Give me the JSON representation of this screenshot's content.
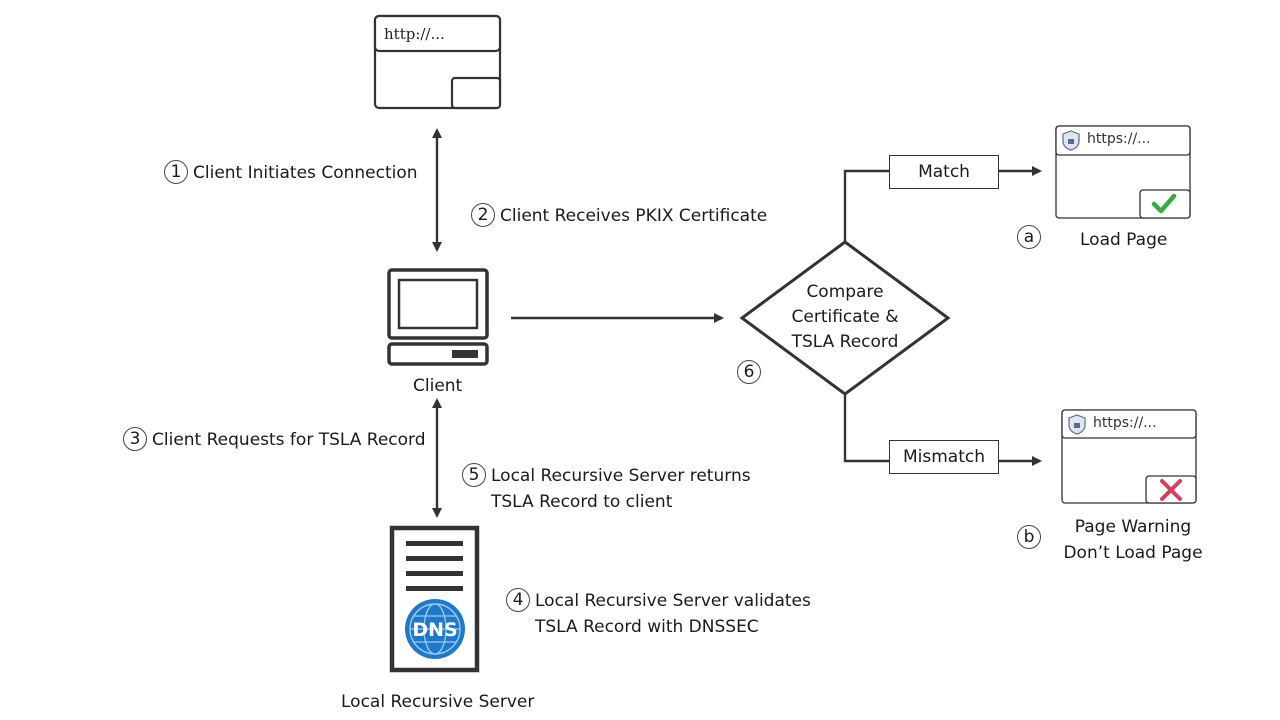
{
  "browser_top": {
    "url": "http://..."
  },
  "browser_match": {
    "url": "https://..."
  },
  "browser_mismatch": {
    "url": "https://..."
  },
  "client_label": "Client",
  "server_label": "Local Recursive Server",
  "dns_label": "DNS",
  "decision": {
    "lines": [
      "Compare",
      "Certificate &",
      "TSLA Record"
    ],
    "number": "6"
  },
  "branches": {
    "match": "Match",
    "mismatch": "Mismatch"
  },
  "outcomes": {
    "a": {
      "letter": "a",
      "label": "Load Page"
    },
    "b": {
      "letter": "b",
      "line1": "Page Warning",
      "line2": "Don’t Load Page"
    }
  },
  "steps": [
    {
      "n": "1",
      "text": "Client Initiates Connection"
    },
    {
      "n": "2",
      "text": "Client Receives PKIX Certificate"
    },
    {
      "n": "3",
      "text": "Client Requests for TSLA Record"
    },
    {
      "n": "4",
      "line1": "Local Recursive Server validates",
      "line2": "TSLA Record with DNSSEC"
    },
    {
      "n": "5",
      "line1": "Local Recursive Server returns",
      "line2": "TSLA Record to client"
    }
  ],
  "colors": {
    "line": "#333333",
    "check": "#3aa845",
    "cross": "#d6405c",
    "dns_blue": "#1f78c8"
  }
}
